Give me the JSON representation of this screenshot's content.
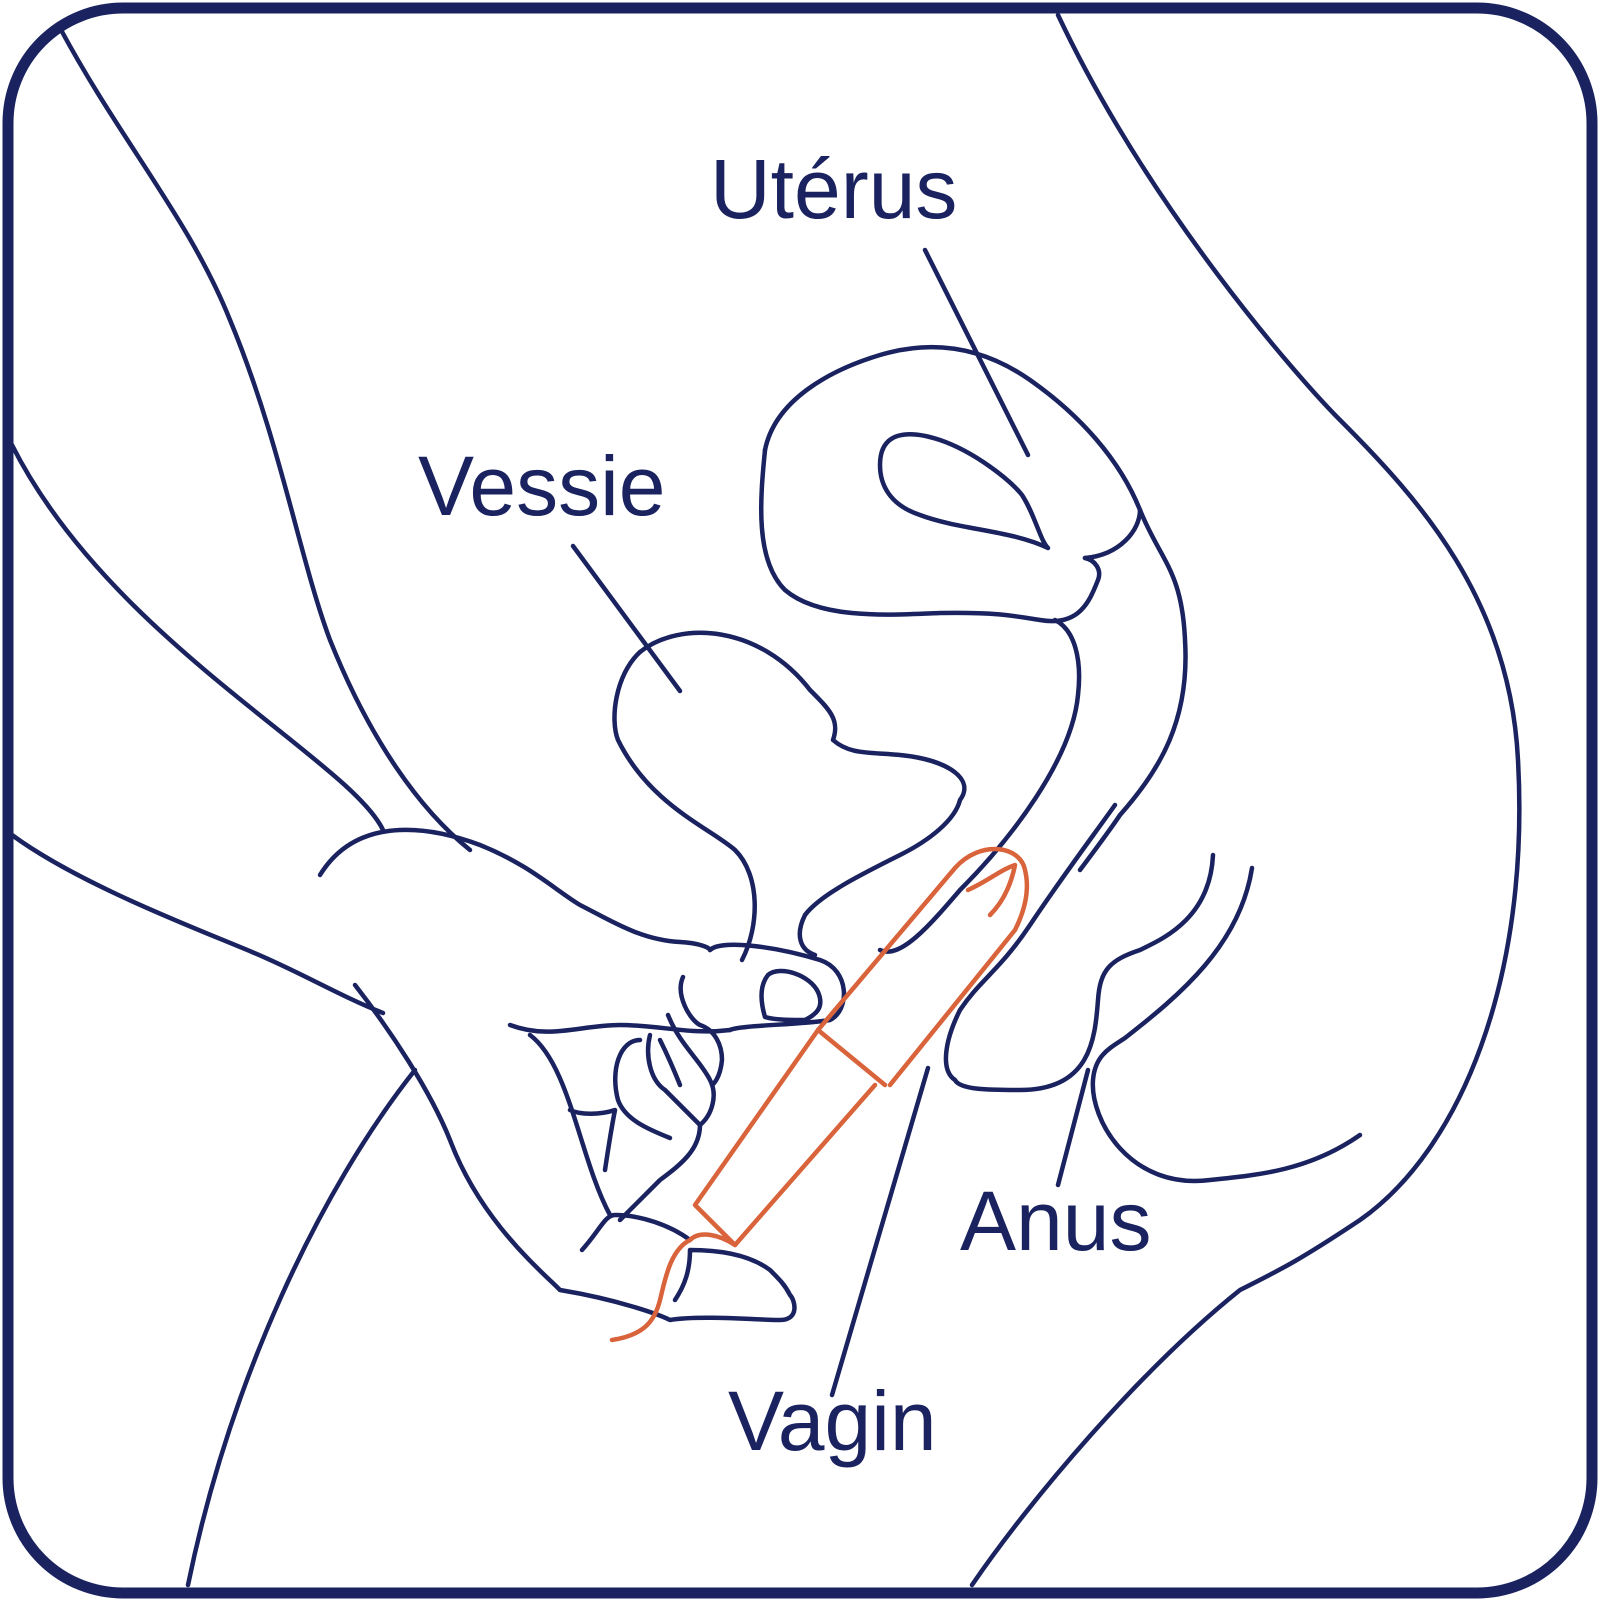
{
  "colors": {
    "outline": "#1a2360",
    "accent": "#d9633a",
    "background": "#ffffff"
  },
  "labels": {
    "uterus": "Utérus",
    "bladder": "Vessie",
    "anus": "Anus",
    "vagina": "Vagin"
  }
}
